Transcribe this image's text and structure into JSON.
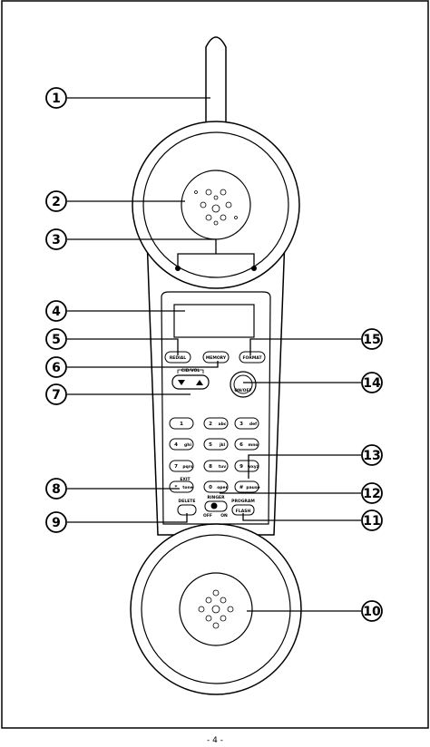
{
  "callouts": [
    {
      "id": "1",
      "label": "1"
    },
    {
      "id": "2",
      "label": "2"
    },
    {
      "id": "3",
      "label": "3"
    },
    {
      "id": "4",
      "label": "4"
    },
    {
      "id": "5",
      "label": "5"
    },
    {
      "id": "6",
      "label": "6"
    },
    {
      "id": "7",
      "label": "7"
    },
    {
      "id": "8",
      "label": "8"
    },
    {
      "id": "9",
      "label": "9"
    },
    {
      "id": "10",
      "label": "10"
    },
    {
      "id": "11",
      "label": "11"
    },
    {
      "id": "12",
      "label": "12"
    },
    {
      "id": "13",
      "label": "13"
    },
    {
      "id": "14",
      "label": "14"
    },
    {
      "id": "15",
      "label": "15"
    }
  ],
  "buttons": {
    "redial": "REDIAL",
    "memory": "MEMORY",
    "format": "FORMAT",
    "cid_vol": "CID/VOL",
    "on_off": "ON/OFF",
    "exit": "EXIT",
    "tone": "tone",
    "delete": "DELETE",
    "ringer": "RINGER",
    "off": "OFF",
    "on": "ON",
    "program": "PROGRAM",
    "flash": "FLASH"
  },
  "keypad": [
    {
      "digit": "1",
      "letters": ""
    },
    {
      "digit": "2",
      "letters": "abc"
    },
    {
      "digit": "3",
      "letters": "def"
    },
    {
      "digit": "4",
      "letters": "ghi"
    },
    {
      "digit": "5",
      "letters": "jkl"
    },
    {
      "digit": "6",
      "letters": "mno"
    },
    {
      "digit": "7",
      "letters": "pqrs"
    },
    {
      "digit": "8",
      "letters": "tuv"
    },
    {
      "digit": "9",
      "letters": "wxyz"
    },
    {
      "digit": "*",
      "letters": "tone"
    },
    {
      "digit": "0",
      "letters": "oper"
    },
    {
      "digit": "#",
      "letters": "pause"
    }
  ],
  "page_number": "- 4 -"
}
